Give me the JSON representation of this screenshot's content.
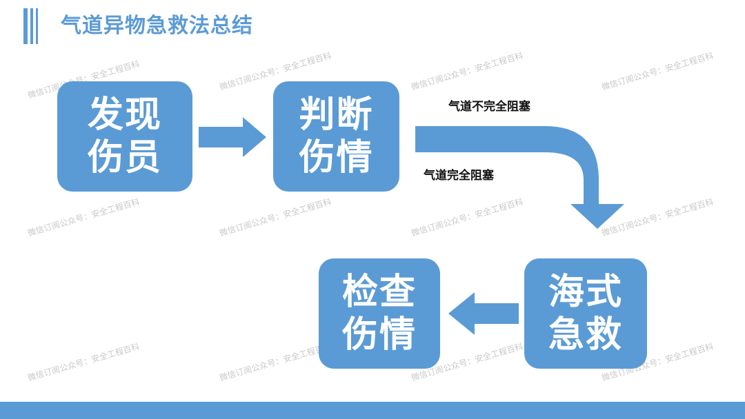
{
  "header": {
    "title": "气道异物急救法总结"
  },
  "steps": {
    "find": {
      "line1": "发现",
      "line2": "伤员"
    },
    "judge": {
      "line1": "判断",
      "line2": "伤情"
    },
    "heimlich": {
      "line1": "海式",
      "line2": "急救"
    },
    "check": {
      "line1": "检查",
      "line2": "伤情"
    }
  },
  "conditions": {
    "incomplete": "气道不完全阻塞",
    "complete": "气道完全阻塞"
  },
  "watermark": {
    "text": "微信订阅公众号：安全工程百科"
  },
  "colors": {
    "accent": "#5b9bd5",
    "watermark": "#c8c8c8"
  }
}
